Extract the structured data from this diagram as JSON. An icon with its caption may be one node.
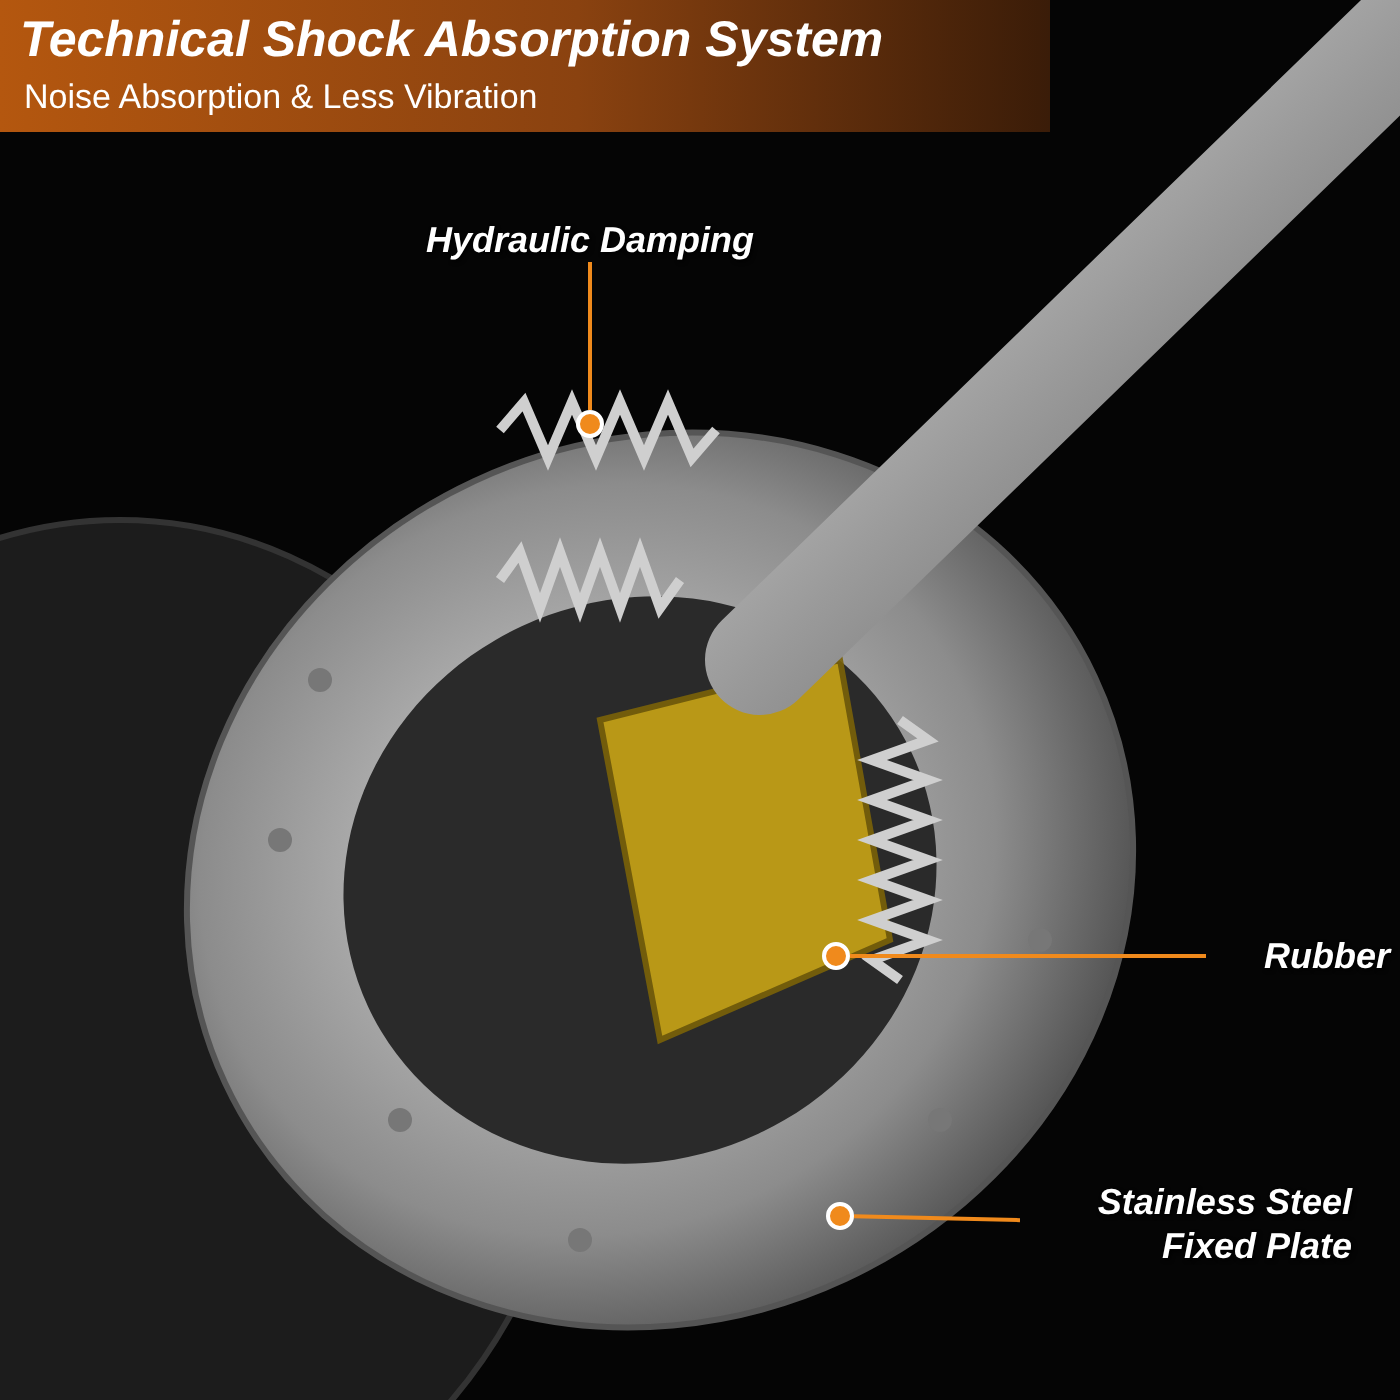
{
  "diagram": {
    "title": "Technical Shock Absorption System",
    "nodes": [
      {
        "text": [
          "Hydraulic Damping"
        ]
      },
      {
        "text": [],
        "shape": "circle"
      },
      {
        "text": [
          "Rubber"
        ]
      },
      {
        "text": [],
        "shape": "circle"
      },
      {
        "text": [
          "Stainless Steel Fixed Plate"
        ]
      },
      {
        "text": [],
        "shape": "circle"
      }
    ],
    "edges": [
      {
        "from": 0,
        "to": 1,
        "arrow": "none"
      },
      {
        "from": 2,
        "to": 3,
        "arrow": "none"
      },
      {
        "from": 4,
        "to": 5,
        "arrow": "none"
      }
    ],
    "labels": [
      "Noise Absorption & Less Vibration"
    ]
  }
}
